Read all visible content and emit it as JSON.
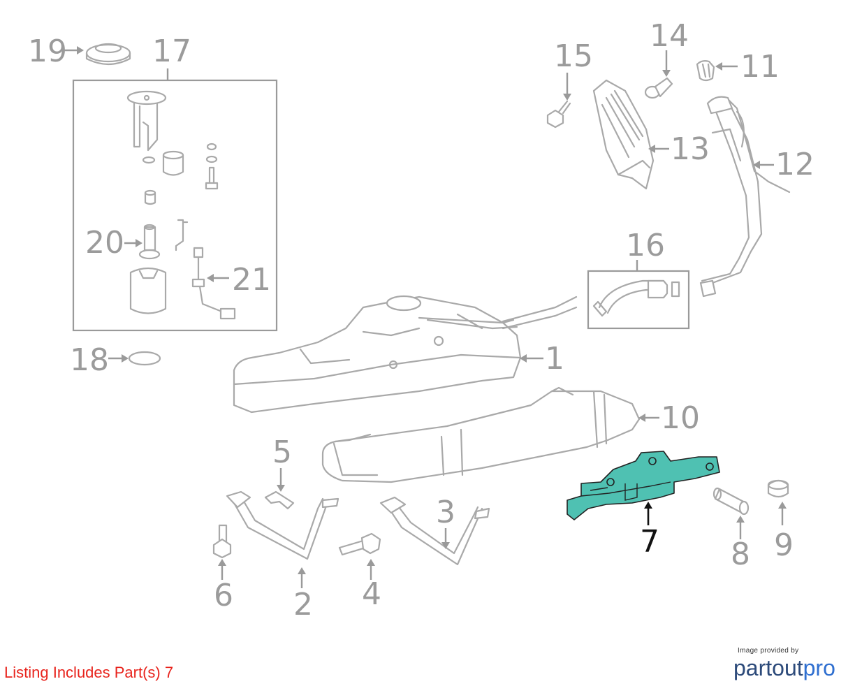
{
  "callouts": {
    "p1": "1",
    "p2": "2",
    "p3": "3",
    "p4": "4",
    "p5": "5",
    "p6": "6",
    "p7": "7",
    "p8": "8",
    "p9": "9",
    "p10": "10",
    "p11": "11",
    "p12": "12",
    "p13": "13",
    "p14": "14",
    "p15": "15",
    "p16": "16",
    "p17": "17",
    "p18": "18",
    "p19": "19",
    "p20": "20",
    "p21": "21"
  },
  "highlighted_part": "7",
  "listing_text": "Listing Includes Part(s) 7",
  "credit": {
    "small": "Image provided by",
    "brand_a": "partout",
    "brand_b": "pro"
  },
  "colors": {
    "highlight": "#4fc1b2",
    "listing_text": "#e8231c",
    "callout_gray": "#9b9b9b"
  }
}
